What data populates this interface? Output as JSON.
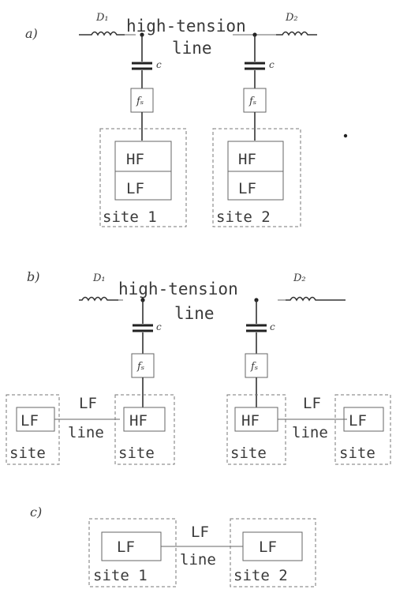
{
  "diagram": {
    "a": {
      "label": "a)",
      "line_text_1": "high-tension",
      "line_text_2": "line",
      "choke_left": "D₁",
      "choke_right": "D₂",
      "cap_left": "c",
      "cap_right": "c",
      "filter_left": "fₛ",
      "filter_right": "fₛ",
      "site1": {
        "hf": "HF",
        "lf": "LF",
        "label": "site 1"
      },
      "site2": {
        "hf": "HF",
        "lf": "LF",
        "label": "site 2"
      }
    },
    "b": {
      "label": "b)",
      "line_text_1": "high-tension",
      "line_text_2": "line",
      "choke_left": "D₁",
      "choke_right": "D₂",
      "cap_left": "c",
      "cap_right": "c",
      "filter_left": "fₛ",
      "filter_right": "fₛ",
      "left_lf_box": "LF",
      "left_lf_site": "site",
      "left_lf_line_1": "LF",
      "left_lf_line_2": "line",
      "left_hf_box": "HF",
      "left_hf_site": "site",
      "right_hf_box": "HF",
      "right_hf_site": "site",
      "right_lf_line_1": "LF",
      "right_lf_line_2": "line",
      "right_lf_box": "LF",
      "right_lf_site": "site"
    },
    "c": {
      "label": "c)",
      "site1_box": "LF",
      "site1_label": "site 1",
      "lf_line_1": "LF",
      "lf_line_2": "line",
      "site2_box": "LF",
      "site2_label": "site 2"
    }
  }
}
